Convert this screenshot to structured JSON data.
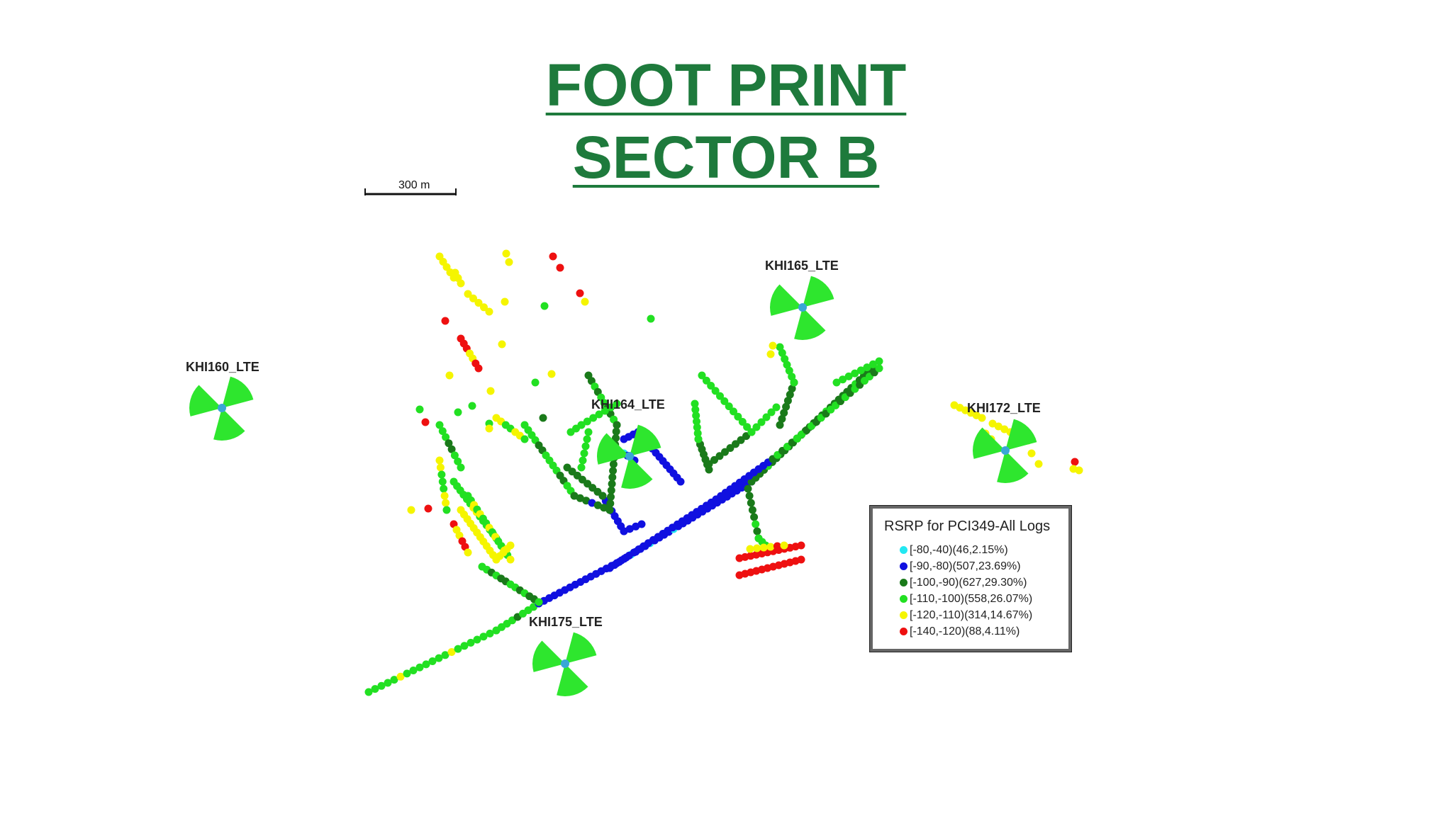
{
  "title": {
    "line1": "FOOT PRINT",
    "line2": "SECTOR B"
  },
  "scale_bar": {
    "label": "300 m"
  },
  "sites": [
    "KHI160_LTE",
    "KHI165_LTE",
    "KHI164_LTE",
    "KHI172_LTE",
    "KHI175_LTE"
  ],
  "legend": {
    "title": "RSRP for PCI349-All Logs",
    "items": [
      {
        "label": "[-80,-40)(46,2.15%)",
        "color": "#22e8f2"
      },
      {
        "label": "[-90,-80)(507,23.69%)",
        "color": "#1010e0"
      },
      {
        "label": "[-100,-90)(627,29.30%)",
        "color": "#1a7a1a"
      },
      {
        "label": "[-110,-100)(558,26.07%)",
        "color": "#22e022"
      },
      {
        "label": "[-120,-110)(314,14.67%)",
        "color": "#f5f500"
      },
      {
        "label": "[-140,-120)(88,4.11%)",
        "color": "#ee1010"
      }
    ]
  },
  "colors": {
    "title": "#1e7a3c",
    "sector_fill": "#2ee62e",
    "site_center": "#3aa6d6"
  }
}
